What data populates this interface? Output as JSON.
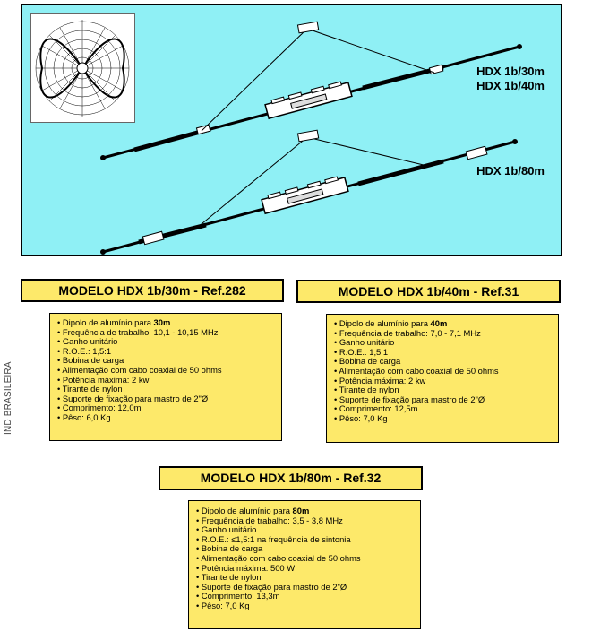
{
  "hero": {
    "label_1": "HDX 1b/30m",
    "label_2": "HDX 1b/40m",
    "label_3": "HDX 1b/80m"
  },
  "side_text": "IND BRASILEIRA",
  "models": [
    {
      "title": "MODELO HDX 1b/30m - Ref.282",
      "specs": [
        {
          "text": "Dipolo de alumínio para ",
          "bold": "30m"
        },
        {
          "text": "Frequência de trabalho: 10,1 - 10,15 MHz"
        },
        {
          "text": "Ganho unitário"
        },
        {
          "text": "R.O.E.: 1,5:1"
        },
        {
          "text": "Bobina de carga"
        },
        {
          "text": "Alimentação com cabo coaxial de 50 ohms"
        },
        {
          "text": "Potência máxima: 2 kw"
        },
        {
          "text": "Tirante de nylon"
        },
        {
          "text": "Suporte de fixação para mastro de 2\"Ø"
        },
        {
          "text": "Comprimento: 12,0m"
        },
        {
          "text": "Pêso: 6,0 Kg"
        }
      ]
    },
    {
      "title": "MODELO HDX 1b/40m - Ref.31",
      "specs": [
        {
          "text": "Dipolo de alumínio para ",
          "bold": "40m"
        },
        {
          "text": "Frequência de trabalho: 7,0 - 7,1 MHz"
        },
        {
          "text": "Ganho unitário"
        },
        {
          "text": "R.O.E.: 1,5:1"
        },
        {
          "text": "Bobina de carga"
        },
        {
          "text": "Alimentação com cabo coaxial de 50 ohms"
        },
        {
          "text": "Potência máxima: 2 kw"
        },
        {
          "text": "Tirante de nylon"
        },
        {
          "text": "Suporte de fixação para mastro de 2\"Ø"
        },
        {
          "text": "Comprimento: 12,5m"
        },
        {
          "text": "Pêso: 7,0 Kg"
        }
      ]
    },
    {
      "title": "MODELO HDX 1b/80m - Ref.32",
      "specs": [
        {
          "text": "Dipolo de alumínio para ",
          "bold": "80m"
        },
        {
          "text": "Frequência de trabalho: 3,5 - 3,8 MHz"
        },
        {
          "text": "Ganho unitário"
        },
        {
          "text": "R.O.E.: ≤1,5:1 na frequência de sintonia"
        },
        {
          "text": "Bobina de carga"
        },
        {
          "text": "Alimentação com cabo coaxial de 50 ohms"
        },
        {
          "text": "Potência máxima: 500 W"
        },
        {
          "text": "Tirante de nylon"
        },
        {
          "text": "Suporte de fixação para mastro de 2\"Ø"
        },
        {
          "text": "Comprimento: 13,3m"
        },
        {
          "text": "Pêso: 7,0 Kg"
        }
      ]
    }
  ]
}
